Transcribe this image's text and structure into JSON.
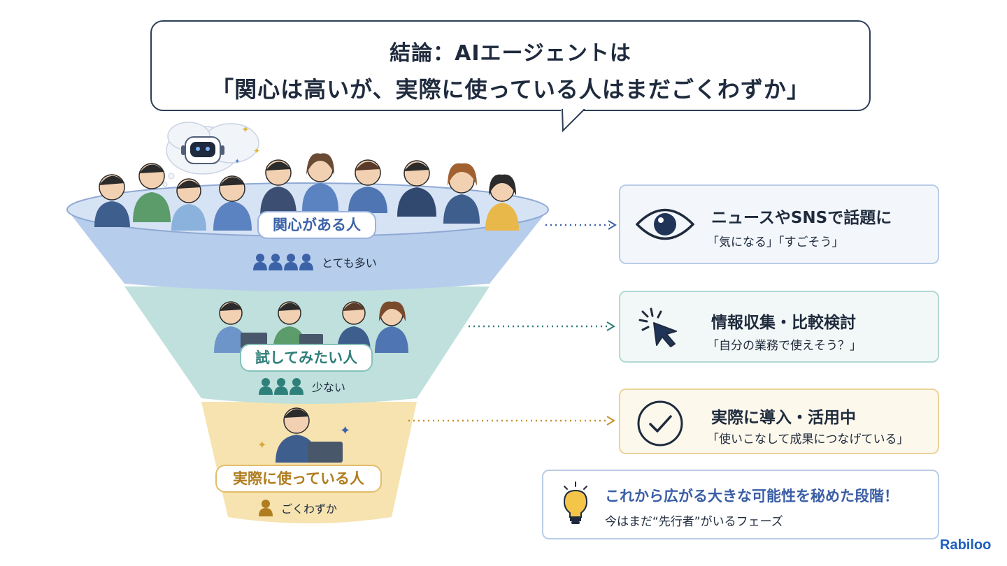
{
  "header": {
    "title": "結論：AIエージェントは",
    "subtitle": "「関心は高いが、実際に使っている人はまだごくわずか」"
  },
  "funnel": {
    "stages": [
      {
        "label": "関心がある人",
        "count": "とても多い",
        "icon_count": 4,
        "color": "#3c63a8"
      },
      {
        "label": "試してみたい人",
        "count": "少ない",
        "icon_count": 3,
        "color": "#2f7f7a"
      },
      {
        "label": "実際に使っている人",
        "count": "ごくわずか",
        "icon_count": 1,
        "color": "#b07d1f"
      }
    ]
  },
  "cards": [
    {
      "icon": "eye-icon",
      "title": "ニュースやSNSで話題に",
      "desc": "「気になる」「すごそう」"
    },
    {
      "icon": "cursor-click-icon",
      "title": "情報収集・比較検討",
      "desc": "「自分の業務で使えそう？」"
    },
    {
      "icon": "check-circle-icon",
      "title": "実際に導入・活用中",
      "desc": "「使いこなして成果につなげている」"
    }
  ],
  "note": {
    "icon": "lightbulb-icon",
    "title": "これから広がる大きな可能性を秘めた段階！",
    "subtitle": "今はまだ“先行者”がいるフェーズ"
  },
  "brand": {
    "logo": "Rabiloo"
  },
  "colors": {
    "tier1": "#b7cdec",
    "tier2": "#bfe0dc",
    "tier3": "#f6e3b0",
    "navy": "#1f2b3d"
  }
}
